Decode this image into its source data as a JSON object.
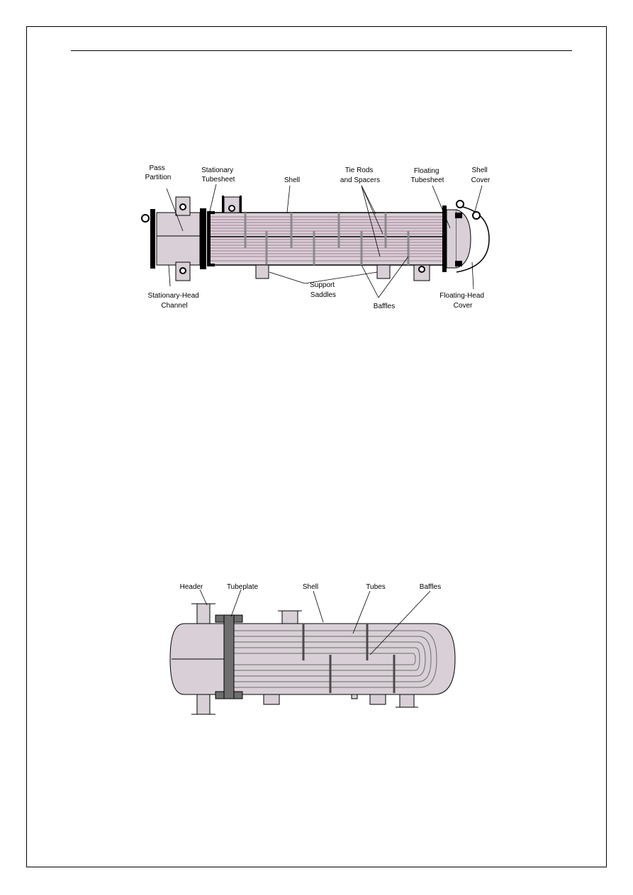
{
  "figure1": {
    "labels": {
      "pass_partition": [
        "Pass",
        "Partition"
      ],
      "stationary_tubesheet": [
        "Stationary",
        "Tubesheet"
      ],
      "shell": [
        "Shell"
      ],
      "tie_rods": [
        "Tie Rods",
        "and Spacers"
      ],
      "floating_tubesheet": [
        "Floating",
        "Tubesheet"
      ],
      "shell_cover": [
        "Shell",
        "Cover"
      ],
      "stationary_head": [
        "Stationary-Head",
        "Channel"
      ],
      "support_saddles": [
        "Support",
        "Saddles"
      ],
      "baffles": [
        "Baffles"
      ],
      "floating_head": [
        "Floating-Head",
        "Cover"
      ]
    }
  },
  "figure2": {
    "labels": {
      "header": "Header",
      "tubeplate": "Tubeplate",
      "shell": "Shell",
      "tubes": "Tubes",
      "baffles": "Baffles"
    }
  },
  "colors": {
    "body_fill": "#d8d0d6",
    "tube_line": "#b08aa4",
    "tubeplate_fill": "#6e6e6e",
    "stroke": "#000000"
  }
}
